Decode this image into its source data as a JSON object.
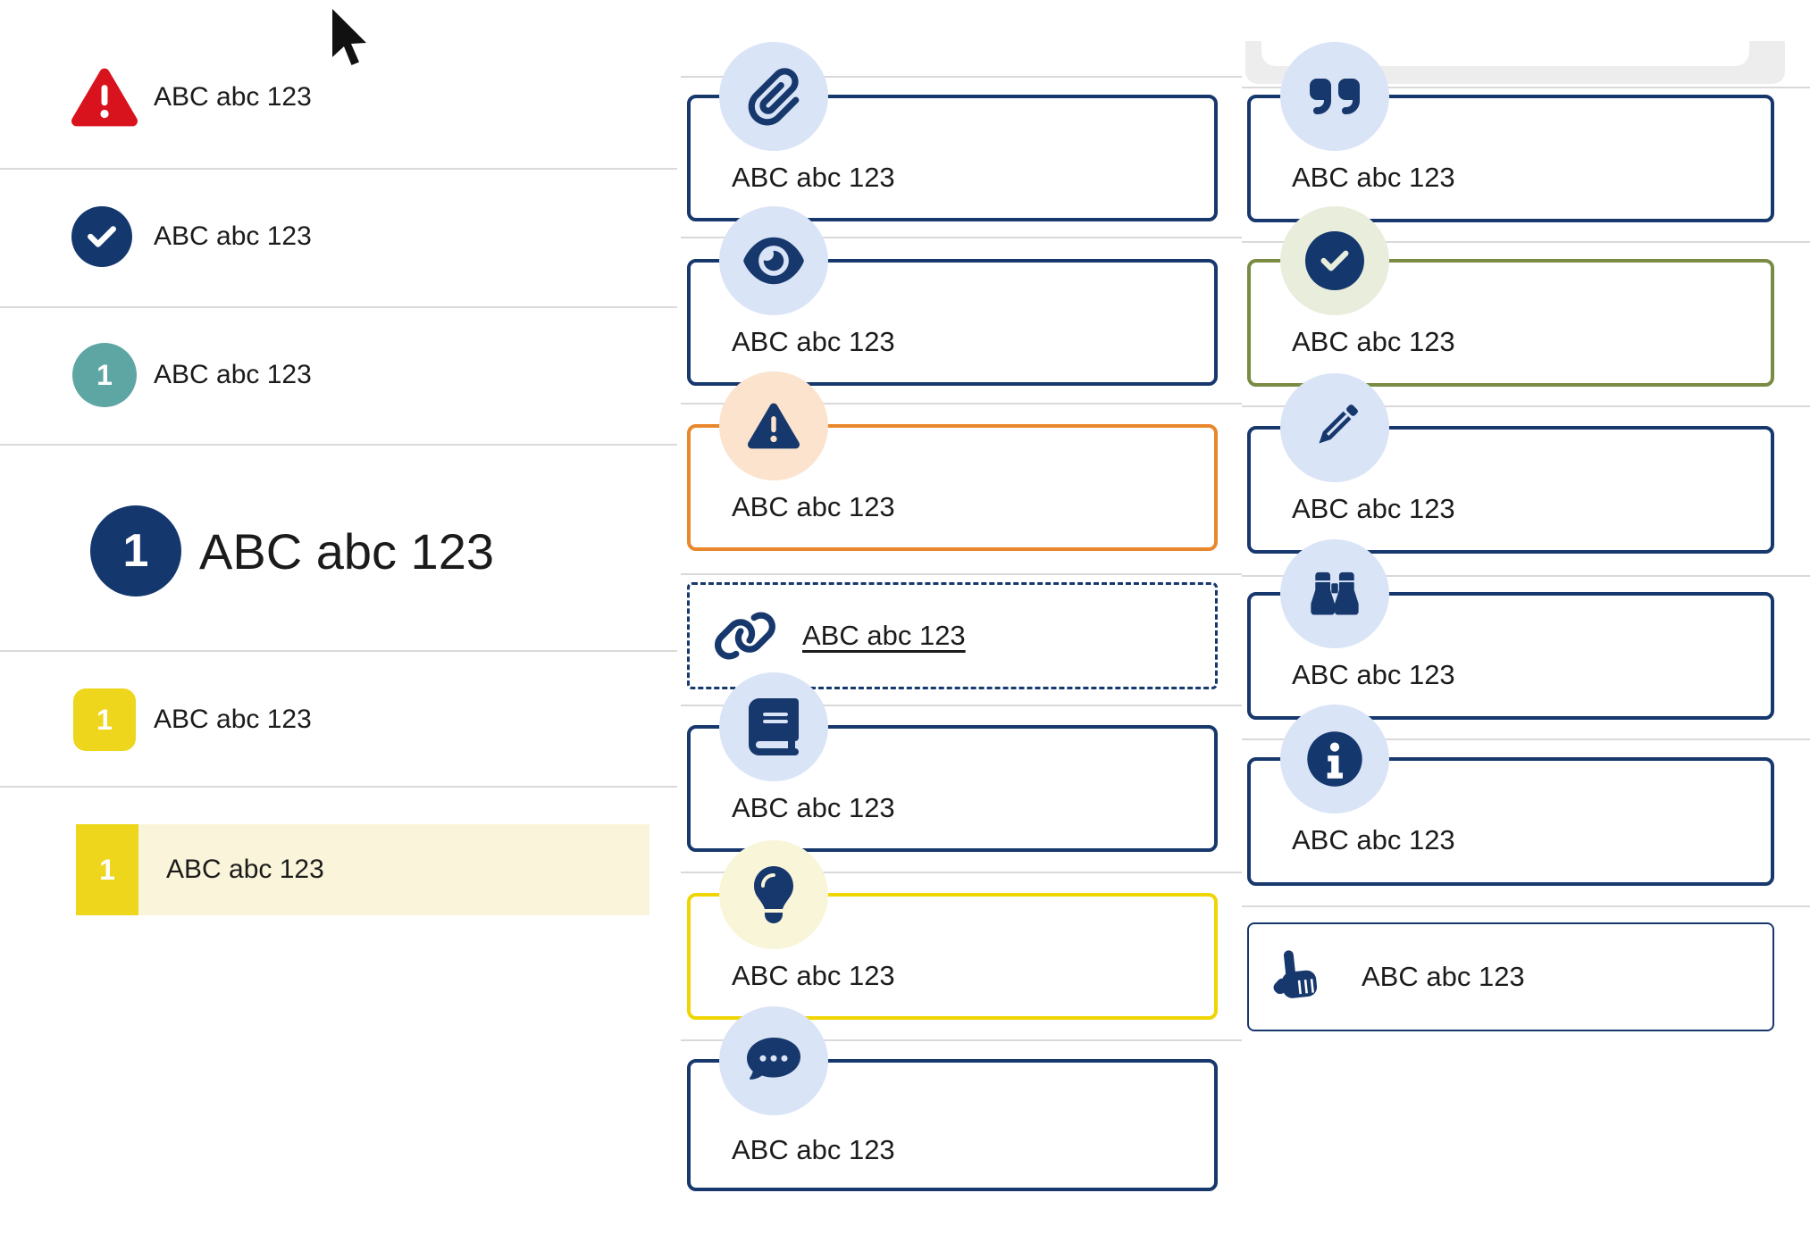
{
  "colors": {
    "navy": "#17386d",
    "navy_badge": "#14376e",
    "light_blue_circle": "#dae4f7",
    "orange_border": "#e8872b",
    "peach_circle": "#fbe3ce",
    "yellow_border": "#efd502",
    "pale_yellow_circle": "#f9f5d8",
    "olive_border": "#7a8b44",
    "sage_circle": "#e9eddb",
    "red": "#d8131d",
    "teal": "#5ea6a3",
    "badge_yellow": "#edd61c",
    "highlight_row_bg": "#faf5da",
    "divider": "#d9d9d9",
    "text": "#1b1b1b"
  },
  "cursor": {
    "icon": "mouse-cursor-icon"
  },
  "left_list": {
    "items": [
      {
        "icon": "warning-triangle-icon",
        "label": "ABC abc 123"
      },
      {
        "icon": "check-circle-icon",
        "label": "ABC abc 123"
      },
      {
        "icon": "numbered-badge-teal",
        "badge": "1",
        "label": "ABC abc 123"
      },
      {
        "icon": "numbered-badge-navy-large",
        "badge": "1",
        "label": "ABC abc 123",
        "emphasis": "large"
      },
      {
        "icon": "numbered-badge-yellow",
        "badge": "1",
        "label": "ABC abc 123"
      },
      {
        "icon": "numbered-badge-yellow-block",
        "badge": "1",
        "label": "ABC abc 123",
        "highlighted": true
      }
    ]
  },
  "middle_callouts": [
    {
      "icon": "paperclip-icon",
      "variant": "navy",
      "label": "ABC abc 123"
    },
    {
      "icon": "eye-icon",
      "variant": "navy",
      "label": "ABC abc 123"
    },
    {
      "icon": "warning-triangle-icon",
      "variant": "orange",
      "label": "ABC abc 123"
    },
    {
      "icon": "link-icon",
      "variant": "dashed-link",
      "label": "ABC abc 123"
    },
    {
      "icon": "book-icon",
      "variant": "navy",
      "label": "ABC abc 123"
    },
    {
      "icon": "lightbulb-icon",
      "variant": "yellow",
      "label": "ABC abc 123"
    },
    {
      "icon": "comment-dots-icon",
      "variant": "navy",
      "label": "ABC abc 123"
    }
  ],
  "right_callouts": [
    {
      "icon": "quote-icon",
      "variant": "navy",
      "label": "ABC abc 123"
    },
    {
      "icon": "check-circle-icon",
      "variant": "olive",
      "label": "ABC abc 123"
    },
    {
      "icon": "pencil-icon",
      "variant": "navy",
      "label": "ABC abc 123"
    },
    {
      "icon": "binoculars-icon",
      "variant": "navy",
      "label": "ABC abc 123"
    },
    {
      "icon": "info-circle-icon",
      "variant": "navy",
      "label": "ABC abc 123"
    },
    {
      "icon": "hand-point-up-icon",
      "variant": "plain",
      "label": "ABC abc 123"
    }
  ]
}
